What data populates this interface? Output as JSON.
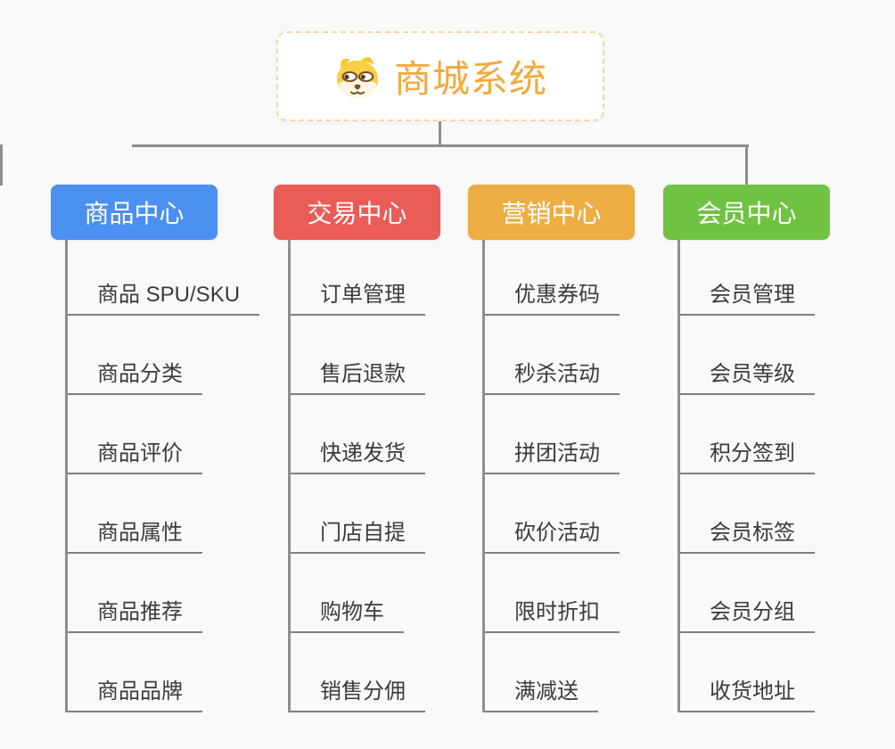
{
  "canvas": {
    "background_color": "#f9f9f9"
  },
  "root": {
    "title": "商城系统",
    "title_color": "#f2a93c",
    "border_color": "#f7d79c",
    "icon": "dog-mascot-icon"
  },
  "connector_color": "#8e8e8e",
  "leaf_style": {
    "text_color": "#3b3b3b",
    "underline_color": "#7f7f7f"
  },
  "branches": [
    {
      "id": "product-center",
      "label": "商品中心",
      "color": "#4b8ff0",
      "children": [
        "商品 SPU/SKU",
        "商品分类",
        "商品评价",
        "商品属性",
        "商品推荐",
        "商品品牌"
      ]
    },
    {
      "id": "trade-center",
      "label": "交易中心",
      "color": "#ea5c56",
      "children": [
        "订单管理",
        "售后退款",
        "快递发货",
        "门店自提",
        "购物车",
        "销售分佣"
      ]
    },
    {
      "id": "marketing-center",
      "label": "营销中心",
      "color": "#edad42",
      "children": [
        "优惠券码",
        "秒杀活动",
        "拼团活动",
        "砍价活动",
        "限时折扣",
        "满减送"
      ]
    },
    {
      "id": "member-center",
      "label": "会员中心",
      "color": "#70c243",
      "children": [
        "会员管理",
        "会员等级",
        "积分签到",
        "会员标签",
        "会员分组",
        "收货地址"
      ]
    }
  ]
}
